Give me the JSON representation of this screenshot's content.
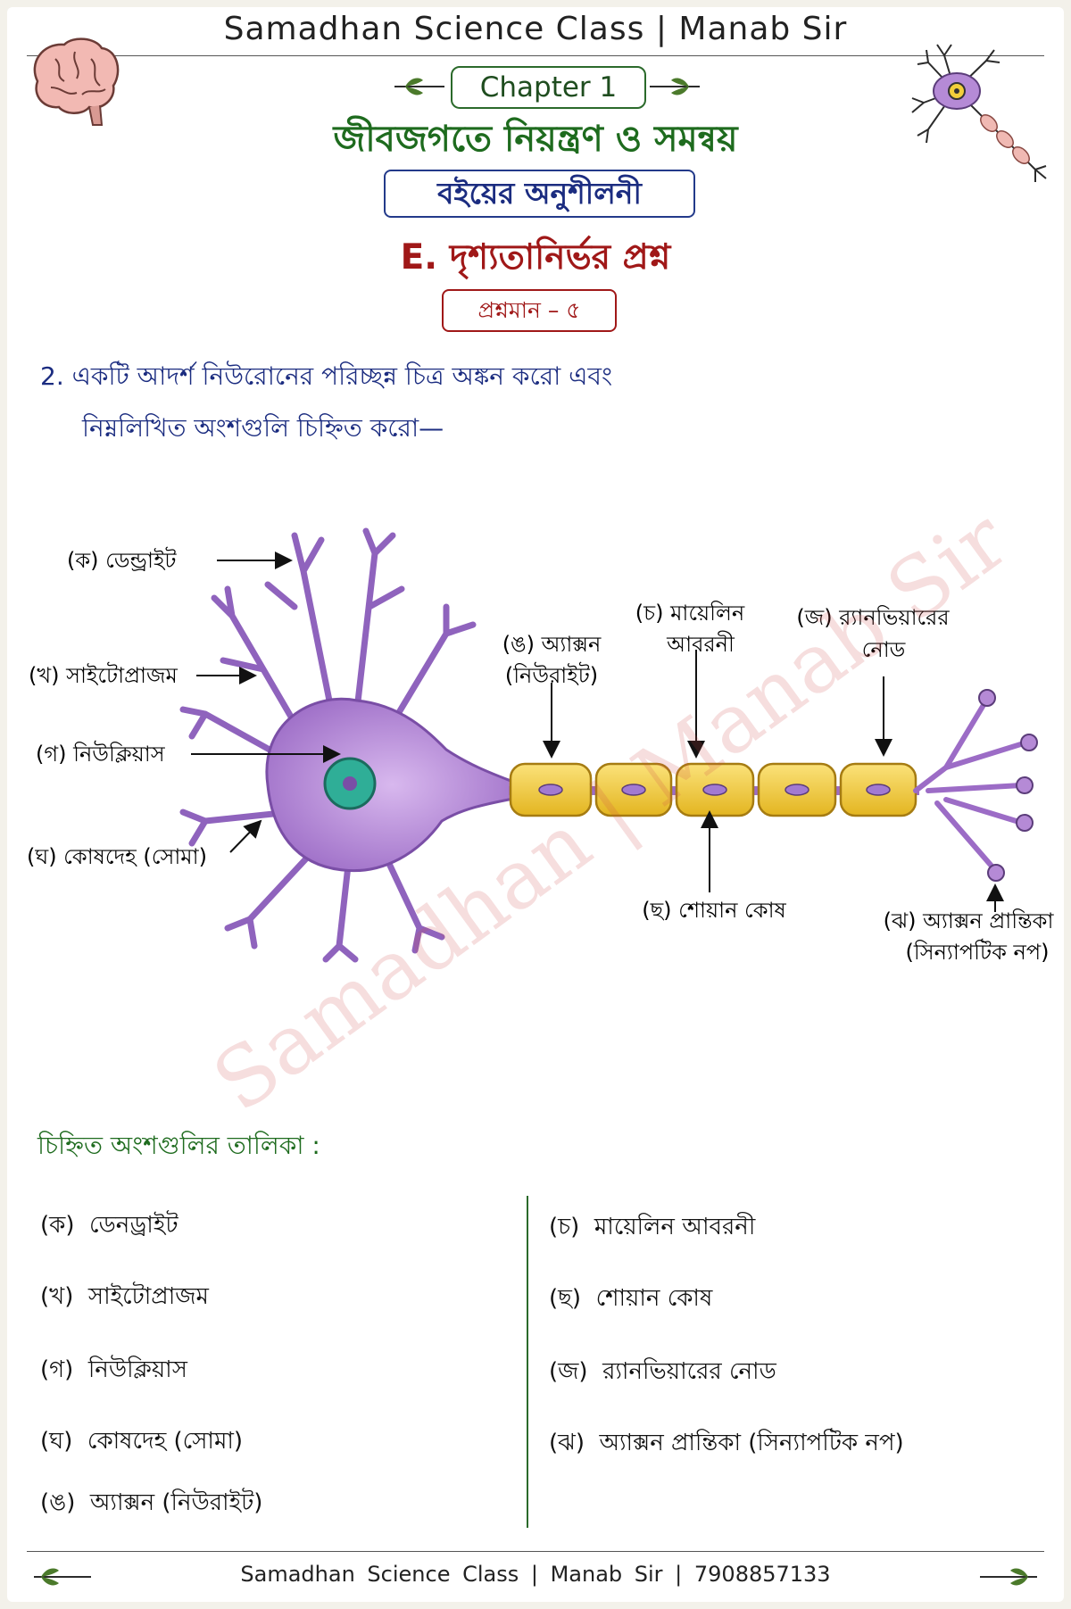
{
  "header": {
    "title": "Samadhan Science Class | Manab Sir"
  },
  "chapter_label": "Chapter 1",
  "chapter_title": "জীবজগতে নিয়ন্ত্রণ ও সমন্বয়",
  "exercise_box": "বইয়ের অনুশীলনী",
  "section": "E. দৃশ্যতানির্ভর প্রশ্ন",
  "marks": "প্রশ্নমান – ৫",
  "question": {
    "line1": "2. একটি আদর্শ নিউরোনের পরিচ্ছন্ন চিত্র অঙ্কন করো এবং",
    "line2": "নিম্নলিখিত অংশগুলি চিহ্নিত করো—"
  },
  "diagram_labels": {
    "dendrite": "(ক) ডেন্ড্রাইট",
    "cytoplasm": "(খ) সাইটোপ্রাজম",
    "nucleus": "(গ) নিউক্লিয়াস",
    "cell_body": "(ঘ) কোষদেহ (সোমা)",
    "axon_l1": "(ঙ) অ্যাক্সন",
    "axon_l2": "(নিউরাইট)",
    "myelin_l1": "(চ) মায়েলিন",
    "myelin_l2": "আবরনী",
    "node_l1": "(জ) র‍্যানভিয়ারের",
    "node_l2": "নোড",
    "schwann": "(ছ) শোয়ান কোষ",
    "terminal_l1": "(ঝ) অ্যাক্সন প্রান্তিকা",
    "terminal_l2": "(সিন্যাপটিক নপ)"
  },
  "table": {
    "heading": "চিহ্নিত অংশগুলির তালিকা :",
    "left": [
      {
        "key": "(ক)",
        "text": "ডেনড্রাইট"
      },
      {
        "key": "(খ)",
        "text": "সাইটোপ্রাজম"
      },
      {
        "key": "(গ)",
        "text": "নিউক্লিয়াস"
      },
      {
        "key": "(ঘ)",
        "text": "কোষদেহ (সোমা)"
      },
      {
        "key": "(ঙ)",
        "text": "অ্যাক্সন (নিউরাইট)"
      }
    ],
    "right": [
      {
        "key": "(চ)",
        "text": "মায়েলিন আবরনী"
      },
      {
        "key": "(ছ)",
        "text": "শোয়ান কোষ"
      },
      {
        "key": "(জ)",
        "text": "র‍্যানভিয়ারের নোড"
      },
      {
        "key": "(ঝ)",
        "text": "অ্যাক্সন প্রান্তিকা (সিন্যাপটিক নপ)"
      }
    ]
  },
  "watermark": "Samadhan | Manab Sir",
  "footer": {
    "text": "Samadhan Science Class | Manab Sir | 7908857133"
  },
  "colors": {
    "green": "#1e6b1e",
    "blue": "#1b2c80",
    "red": "#a01818",
    "neuron": "#b58ad6",
    "myelin": "#f2cf3a"
  }
}
